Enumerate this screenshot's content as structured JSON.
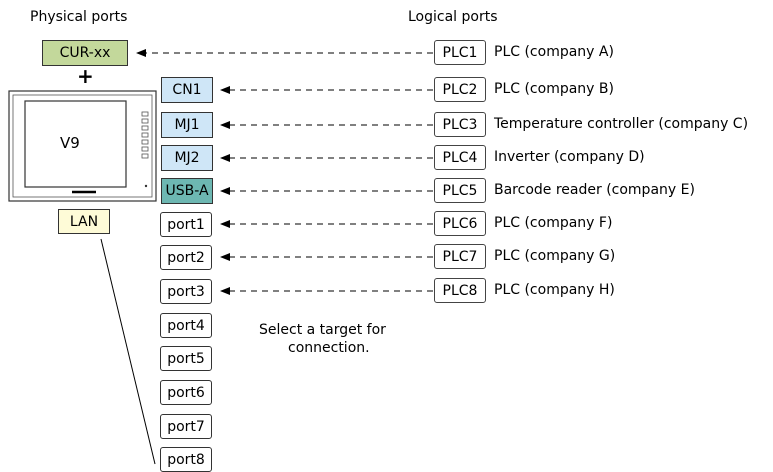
{
  "headers": {
    "physical": "Physical ports",
    "logical": "Logical ports"
  },
  "plus_sign": "+",
  "device_label": "V9",
  "physical_ports": {
    "cur": "CUR-xx",
    "cn1": "CN1",
    "mj1": "MJ1",
    "mj2": "MJ2",
    "usb": "USB-A",
    "lan": "LAN",
    "ports": [
      "port1",
      "port2",
      "port3",
      "port4",
      "port5",
      "port6",
      "port7",
      "port8"
    ]
  },
  "logical_ports": [
    {
      "id": "PLC1",
      "desc": "PLC (company A)"
    },
    {
      "id": "PLC2",
      "desc": "PLC (company B)"
    },
    {
      "id": "PLC3",
      "desc": "Temperature controller (company C)"
    },
    {
      "id": "PLC4",
      "desc": "Inverter (company D)"
    },
    {
      "id": "PLC5",
      "desc": "Barcode reader (company E)"
    },
    {
      "id": "PLC6",
      "desc": "PLC (company F)"
    },
    {
      "id": "PLC7",
      "desc": "PLC (company G)"
    },
    {
      "id": "PLC8",
      "desc": "PLC (company H)"
    }
  ],
  "note": {
    "line1": "Select a target for",
    "line2": "connection."
  },
  "colors": {
    "cur": "#c3d89b",
    "serial": "#cfe6f7",
    "usb": "#6db7b2",
    "lan": "#fefbd7"
  }
}
